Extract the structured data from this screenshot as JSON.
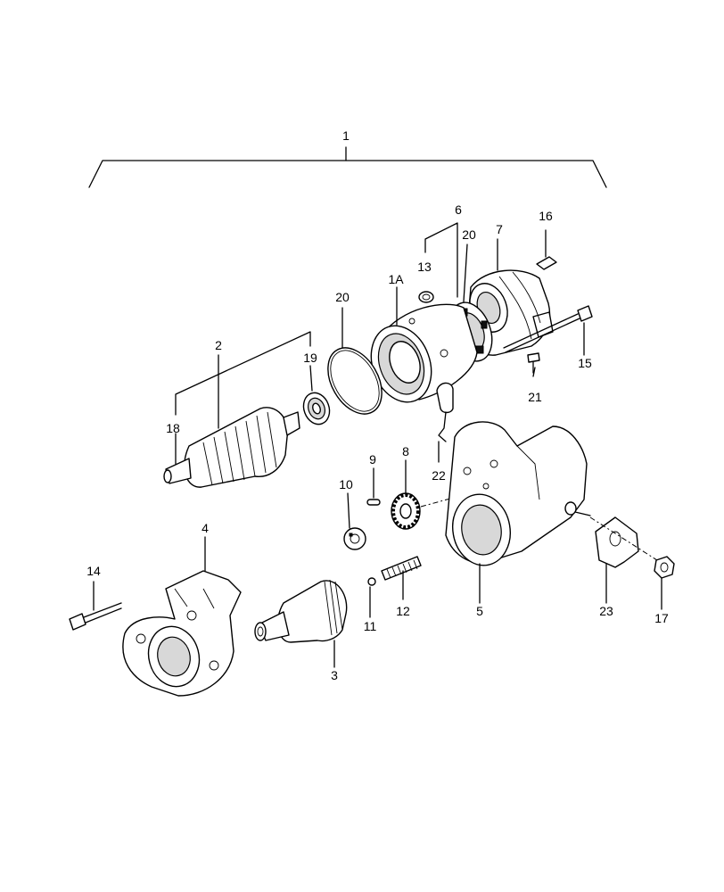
{
  "labels": {
    "l1": "1",
    "l1A": "1A",
    "l2": "2",
    "l3": "3",
    "l4": "4",
    "l5": "5",
    "l6": "6",
    "l7": "7",
    "l8": "8",
    "l9": "9",
    "l10": "10",
    "l11": "11",
    "l12": "12",
    "l13": "13",
    "l14": "14",
    "l15": "15",
    "l16": "16",
    "l17": "17",
    "l18": "18",
    "l19": "19",
    "l20a": "20",
    "l20b": "20",
    "l21": "21",
    "l22": "22",
    "l23": "23"
  }
}
